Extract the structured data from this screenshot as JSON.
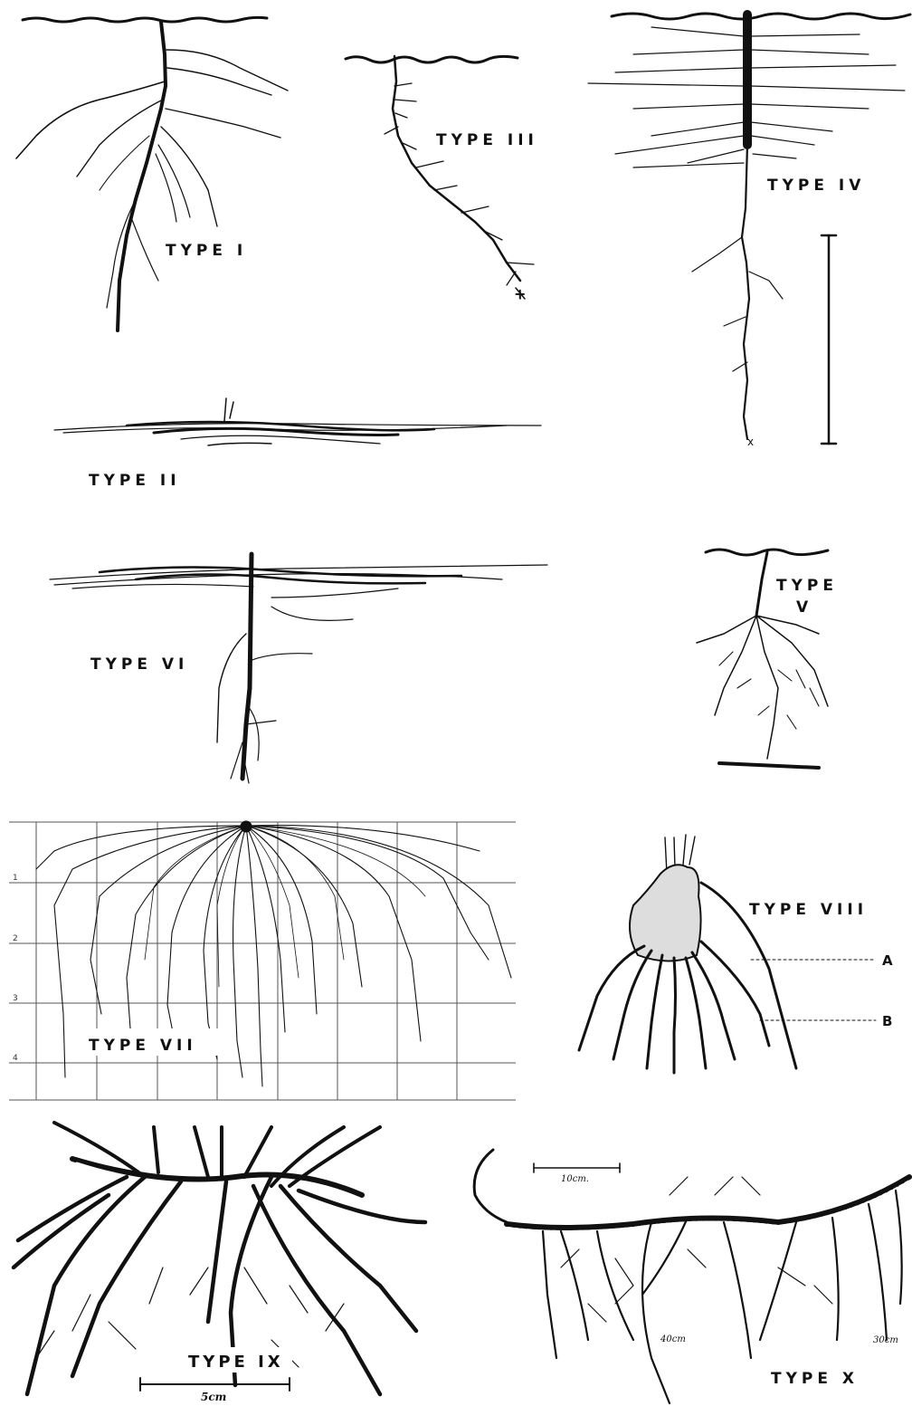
{
  "labels": {
    "type1": "TYPE I",
    "type2": "TYPE II",
    "type3": "TYPE III",
    "type4": "TYPE IV",
    "type5_a": "TYPE",
    "type5_b": "V",
    "type6": "TYPE VI",
    "type7": "TYPE VII",
    "type8": "TYPE VIII",
    "type9": "TYPE IX",
    "type10": "TYPE X"
  },
  "annotations": {
    "marker_a": "A",
    "marker_b": "B",
    "scale_5cm": "5cm",
    "scale_10cm": "10cm.",
    "depth_40cm": "40cm",
    "depth_30cm": "30cm",
    "grid_ticks": [
      "1",
      "2",
      "3",
      "4"
    ],
    "plus_mark": "+",
    "x_mark": "x"
  },
  "colors": {
    "ink": "#111111",
    "paper": "#ffffff"
  }
}
